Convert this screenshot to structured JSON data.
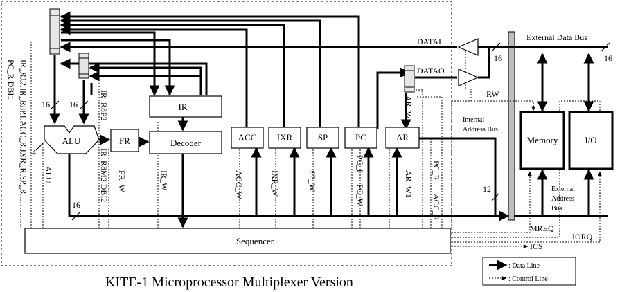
{
  "title": "KITE-1 Microprocessor Multiplexer Version",
  "blocks": {
    "ir": "IR",
    "decoder": "Decoder",
    "alu": "ALU",
    "fr": "FR",
    "acc": "ACC",
    "ixr": "IXR",
    "sp": "SP",
    "pc": "PC",
    "ar": "AR",
    "sequencer": "Sequencer",
    "memory": "Memory",
    "io": "I/O"
  },
  "buses": {
    "external_data_bus": "External Data Bus",
    "internal_address_bus_line1": "Internal",
    "internal_address_bus_line2": "Address Bus",
    "external_address_bus_line1": "External",
    "external_address_bus_line2": "Address",
    "external_address_bus_line3": "Bus"
  },
  "signals": {
    "datai": "DATAI",
    "datao": "DATAO",
    "rw": "RW",
    "mreq": "MREQ",
    "iorq": "IORQ",
    "ics": "ICS",
    "mux1_selects": "IR_R12 IR_R8P1 ACC_R IXR_R SP_R",
    "mux1_selects_2": "PC_R DBI1",
    "mux2_selects": "IR_R8P2",
    "mux2_selects_2": "IR_R8M2 DBI2",
    "alu_ctl": "ALU",
    "fr_w": "FR_W",
    "ir_w": "IR_W",
    "acc_w": "ACC_W",
    "ixr_w": "IXR_W",
    "sp_w": "SP_W",
    "pc_i": "PC_I",
    "pc_w": "PC_W",
    "ar_w1": "AR_W1",
    "ar_w2": "AR_W2",
    "pc_r": "PC_R",
    "acc_r": "ACC_R"
  },
  "widths": {
    "mux1_to_alu": "16",
    "mux2_to_alu": "16",
    "alu_ctl_width": "4",
    "alu_out": "16",
    "datai_width": "16",
    "ext_data_width": "16",
    "addr_width": "12"
  },
  "legend": {
    "data_line": ": Data Line",
    "control_line": ": Control Line"
  }
}
